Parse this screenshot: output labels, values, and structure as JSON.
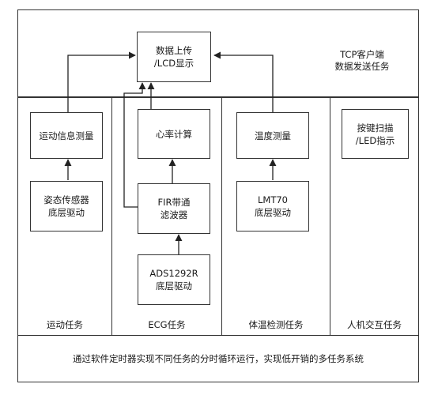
{
  "tcp": {
    "label": "TCP客户端\n数据发送任务"
  },
  "upload": {
    "label": "数据上传\n/LCD显示"
  },
  "tasks": {
    "motion": "运动任务",
    "ecg": "ECG任务",
    "temp": "体温检测任务",
    "hmi": "人机交互任务"
  },
  "nodes": {
    "motion_measure": "运动信息测量",
    "motion_driver": "姿态传感器\n底层驱动",
    "heart_rate": "心率计算",
    "fir": "FIR带通\n滤波器",
    "ads": "ADS1292R\n底层驱动",
    "temp_measure": "温度测量",
    "lmt70": "LMT70\n底层驱动",
    "keys": "按键扫描\n/LED指示"
  },
  "footer": {
    "text": "通过软件定时器实现不同任务的分时循环运行，实现低开销的多任务系统"
  }
}
